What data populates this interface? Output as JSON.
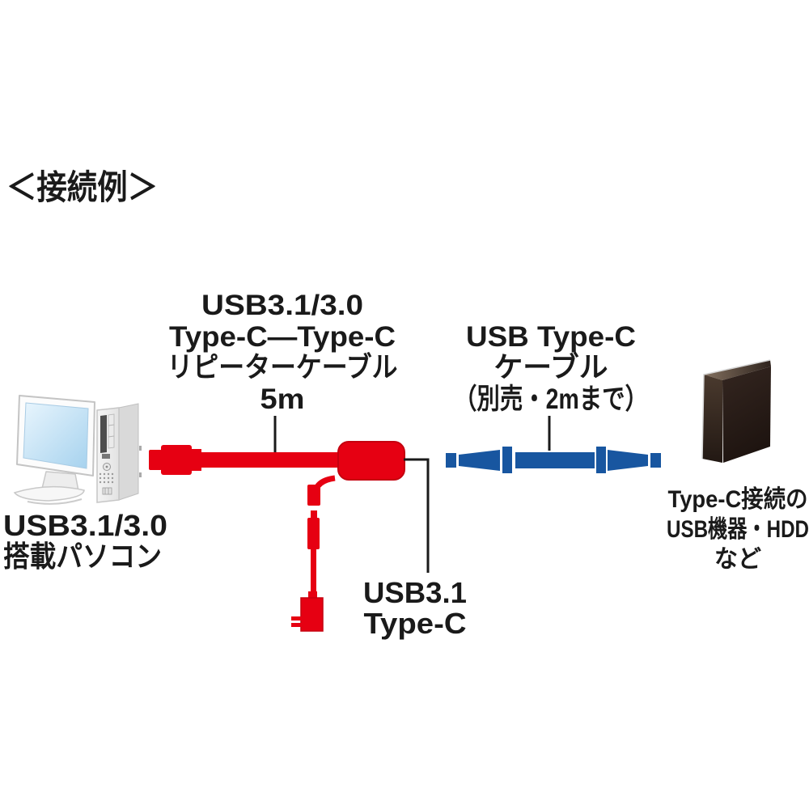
{
  "title": "＜接続例＞",
  "colors": {
    "cable_red": "#e60012",
    "cable_blue": "#1856a0",
    "text": "#1a1a1a",
    "screen_blue_light": "#ddeffa",
    "screen_blue_dark": "#a6d2ee",
    "hdd_dark": "#241a15"
  },
  "pc": {
    "label_lines": [
      "USB3.1/3.0",
      "搭載パソコン"
    ]
  },
  "repeater_cable": {
    "label_lines": [
      "USB3.1/3.0",
      "Type-C―Type-C",
      "リピーターケーブル",
      "5m"
    ]
  },
  "typec_cable": {
    "label_lines": [
      "USB Type-C",
      "ケーブル",
      "（別売・2mまで）"
    ]
  },
  "connector_label": {
    "label_lines": [
      "USB3.1",
      "Type-C"
    ]
  },
  "device": {
    "label_lines": [
      "Type-C接続の",
      "USB機器・HDD",
      "など"
    ]
  }
}
